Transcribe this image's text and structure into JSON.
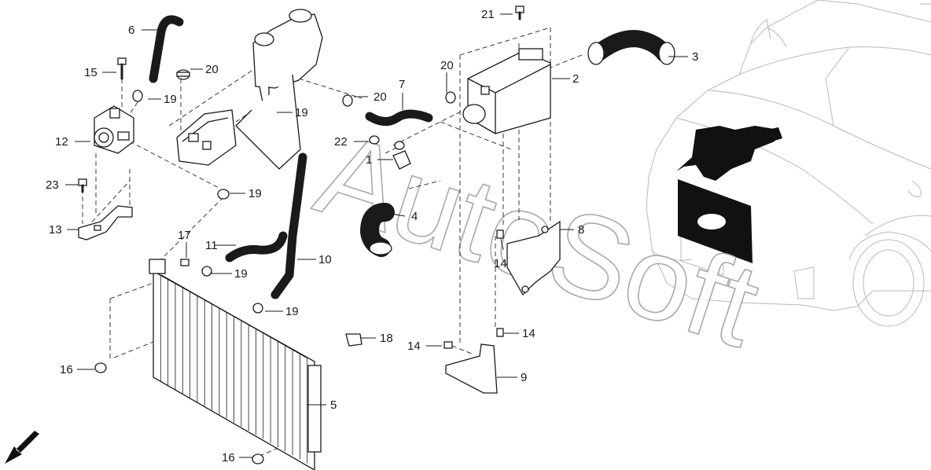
{
  "watermark": "AutoSoft",
  "labels": [
    "1",
    "2",
    "3",
    "4",
    "5",
    "6",
    "7",
    "8",
    "9",
    "10",
    "11",
    "12",
    "13",
    "14",
    "14",
    "14",
    "14",
    "15",
    "16",
    "16",
    "17",
    "18",
    "19",
    "19",
    "19",
    "19",
    "19",
    "19",
    "20",
    "20",
    "20",
    "21",
    "22",
    "23"
  ],
  "icons": {
    "orientation_arrow": "arrow-down-left-icon"
  }
}
